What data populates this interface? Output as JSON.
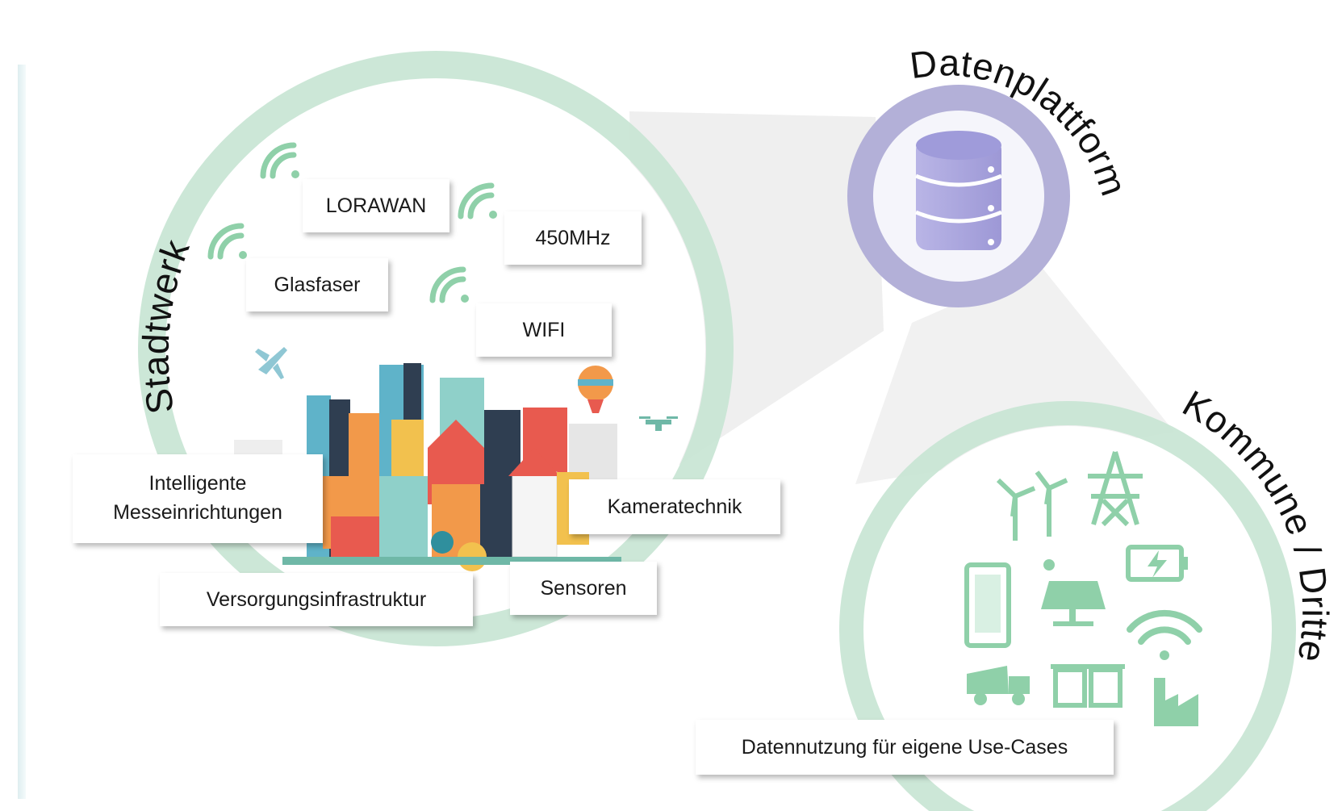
{
  "titles": {
    "stadtwerk": "Stadtwerk",
    "datenplattform": "Datenplattform",
    "kommune": "Kommune / Dritte"
  },
  "labels": {
    "lorawan": "LORAWAN",
    "mhz450": "450MHz",
    "glasfaser": "Glasfaser",
    "wifi": "WIFI",
    "intelligente_line1": "Intelligente",
    "intelligente_line2": "Messeinrichtungen",
    "kameratechnik": "Kameratechnik",
    "sensoren": "Sensoren",
    "versorgung": "Versorgungsinfrastruktur",
    "datennutzung": "Datennutzung für eigene Use-Cases"
  },
  "colors": {
    "green_ring": "#c6e4d3",
    "green_icon": "#8fd0a9",
    "purple_ring": "#b3b0d8",
    "purple_db": "#aaa6dd",
    "connector_gray": "#ececec"
  },
  "icons": [
    "wifi-signal-icon",
    "database-icon",
    "city-skyline-illustration",
    "airplane-icon",
    "hot-air-balloon-icon",
    "drone-icon",
    "wind-turbine-icon",
    "power-pylon-icon",
    "smartphone-icon",
    "solar-panel-icon",
    "battery-charging-icon",
    "wifi-icon",
    "truck-icon",
    "trash-bins-icon",
    "factory-icon"
  ]
}
